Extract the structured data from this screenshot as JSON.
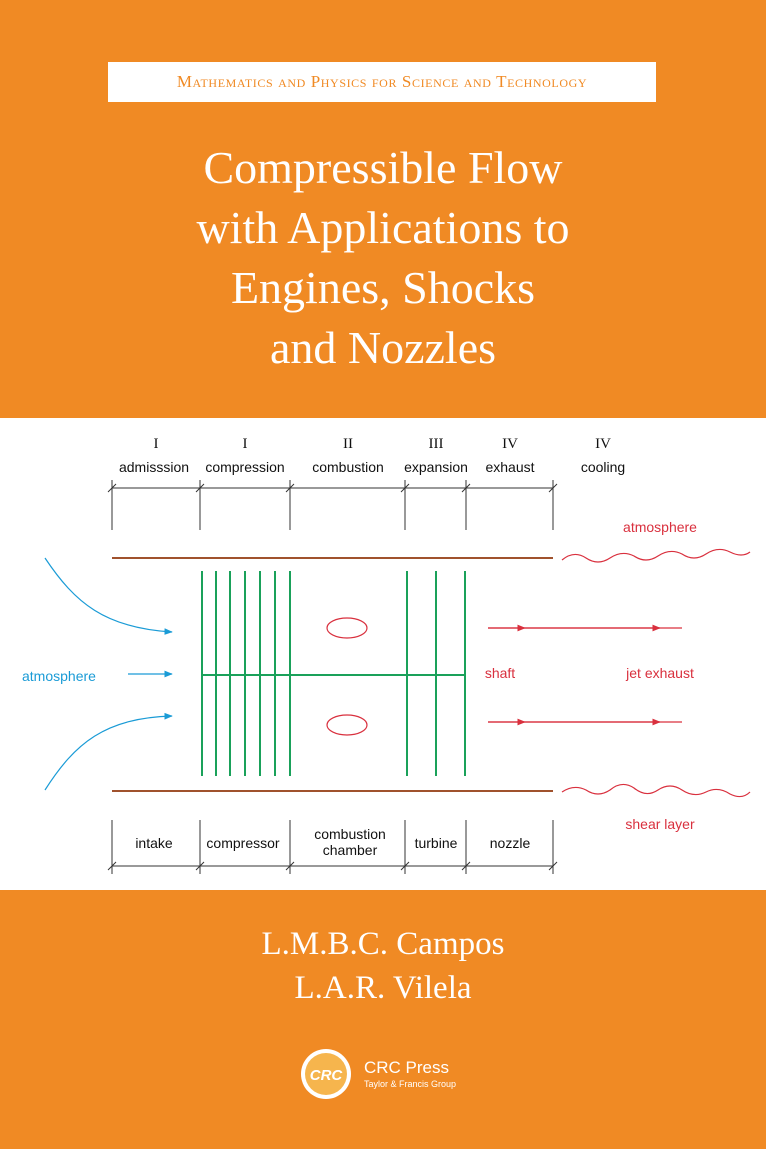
{
  "series": "Mathematics and Physics for Science and Technology",
  "title_lines": [
    "Compressible Flow",
    "with Applications to",
    "Engines, Shocks",
    "and Nozzles"
  ],
  "diagram": {
    "roman": [
      "I",
      "I",
      "II",
      "III",
      "IV",
      "IV"
    ],
    "phases": [
      "admisssion",
      "compression",
      "combustion",
      "expansion",
      "exhaust",
      "cooling"
    ],
    "components": [
      "intake",
      "compressor",
      "combustion\nchamber",
      "turbine",
      "nozzle"
    ],
    "atmosphere_top": "atmosphere",
    "atmosphere_left": "atmosphere",
    "shaft": "shaft",
    "jet_exhaust": "jet exhaust",
    "shear_layer": "shear layer",
    "colors": {
      "inflow": "#1a9bd6",
      "blades": "#1aa15a",
      "outflow": "#d9303e",
      "casing": "#a0522d"
    }
  },
  "authors": [
    "L.M.B.C. Campos",
    "L.A.R. Vilela"
  ],
  "publisher": {
    "logo_text": "CRC",
    "name": "CRC Press",
    "group": "Taylor & Francis Group"
  },
  "colors": {
    "background": "#f08a24",
    "text": "#ffffff"
  }
}
